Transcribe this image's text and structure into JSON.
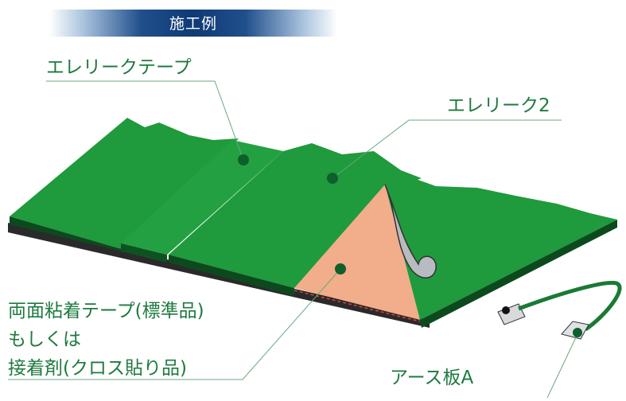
{
  "banner": {
    "title": "施工例"
  },
  "labels": {
    "tape": "エレリークテープ",
    "sheet": "エレリーク2",
    "adhesive_line1": "両面粘着テープ(標準品)",
    "adhesive_line2": "もしくは",
    "adhesive_line3": "接着剤(クロス貼り品)",
    "earth_plate": "アース板A"
  },
  "colors": {
    "sheet_green": "#1f9a3c",
    "sheet_edge": "#0f5a24",
    "label_green": "#1e7a3f",
    "adhesive_salmon": "#f2ad8a",
    "banner_blue": "#0f3a74"
  }
}
